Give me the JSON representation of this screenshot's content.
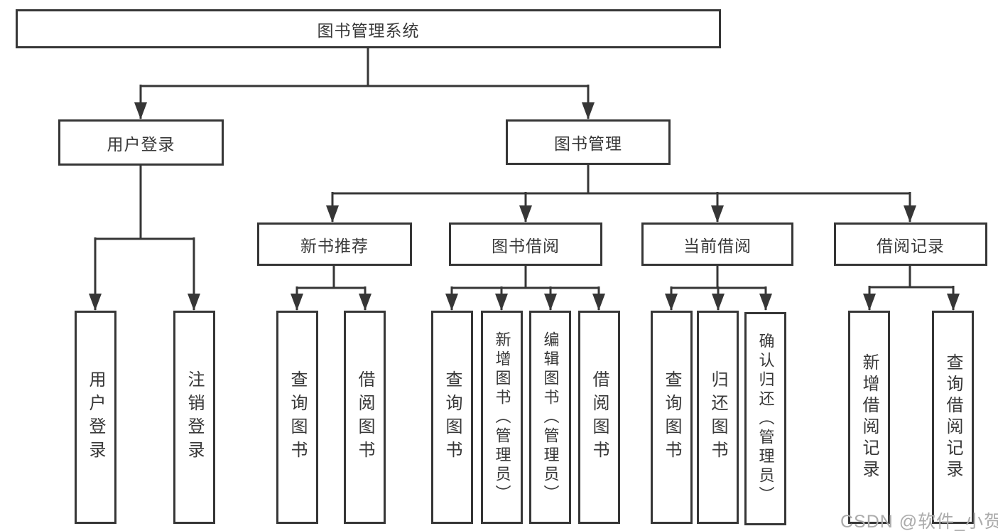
{
  "tree": {
    "root": "图书管理系统",
    "children": [
      {
        "label": "用户登录",
        "children": [
          {
            "label": "用户登录"
          },
          {
            "label": "注销登录"
          }
        ]
      },
      {
        "label": "图书管理",
        "children": [
          {
            "label": "新书推荐",
            "children": [
              {
                "label": "查询图书"
              },
              {
                "label": "借阅图书"
              }
            ]
          },
          {
            "label": "图书借阅",
            "children": [
              {
                "label": "查询图书"
              },
              {
                "label": "新增图书（管理员）"
              },
              {
                "label": "编辑图书（管理员）"
              },
              {
                "label": "借阅图书"
              }
            ]
          },
          {
            "label": "当前借阅",
            "children": [
              {
                "label": "查询图书"
              },
              {
                "label": "归还图书"
              },
              {
                "label": "确认归还（管理员）"
              }
            ]
          },
          {
            "label": "借阅记录",
            "children": [
              {
                "label": "新增借阅记录"
              },
              {
                "label": "查询借阅记录"
              }
            ]
          }
        ]
      }
    ]
  },
  "watermark": "CSDN @软件_小贺同学",
  "colors": {
    "line": "#363636",
    "text": "#383838",
    "watermark": "#ababab"
  }
}
